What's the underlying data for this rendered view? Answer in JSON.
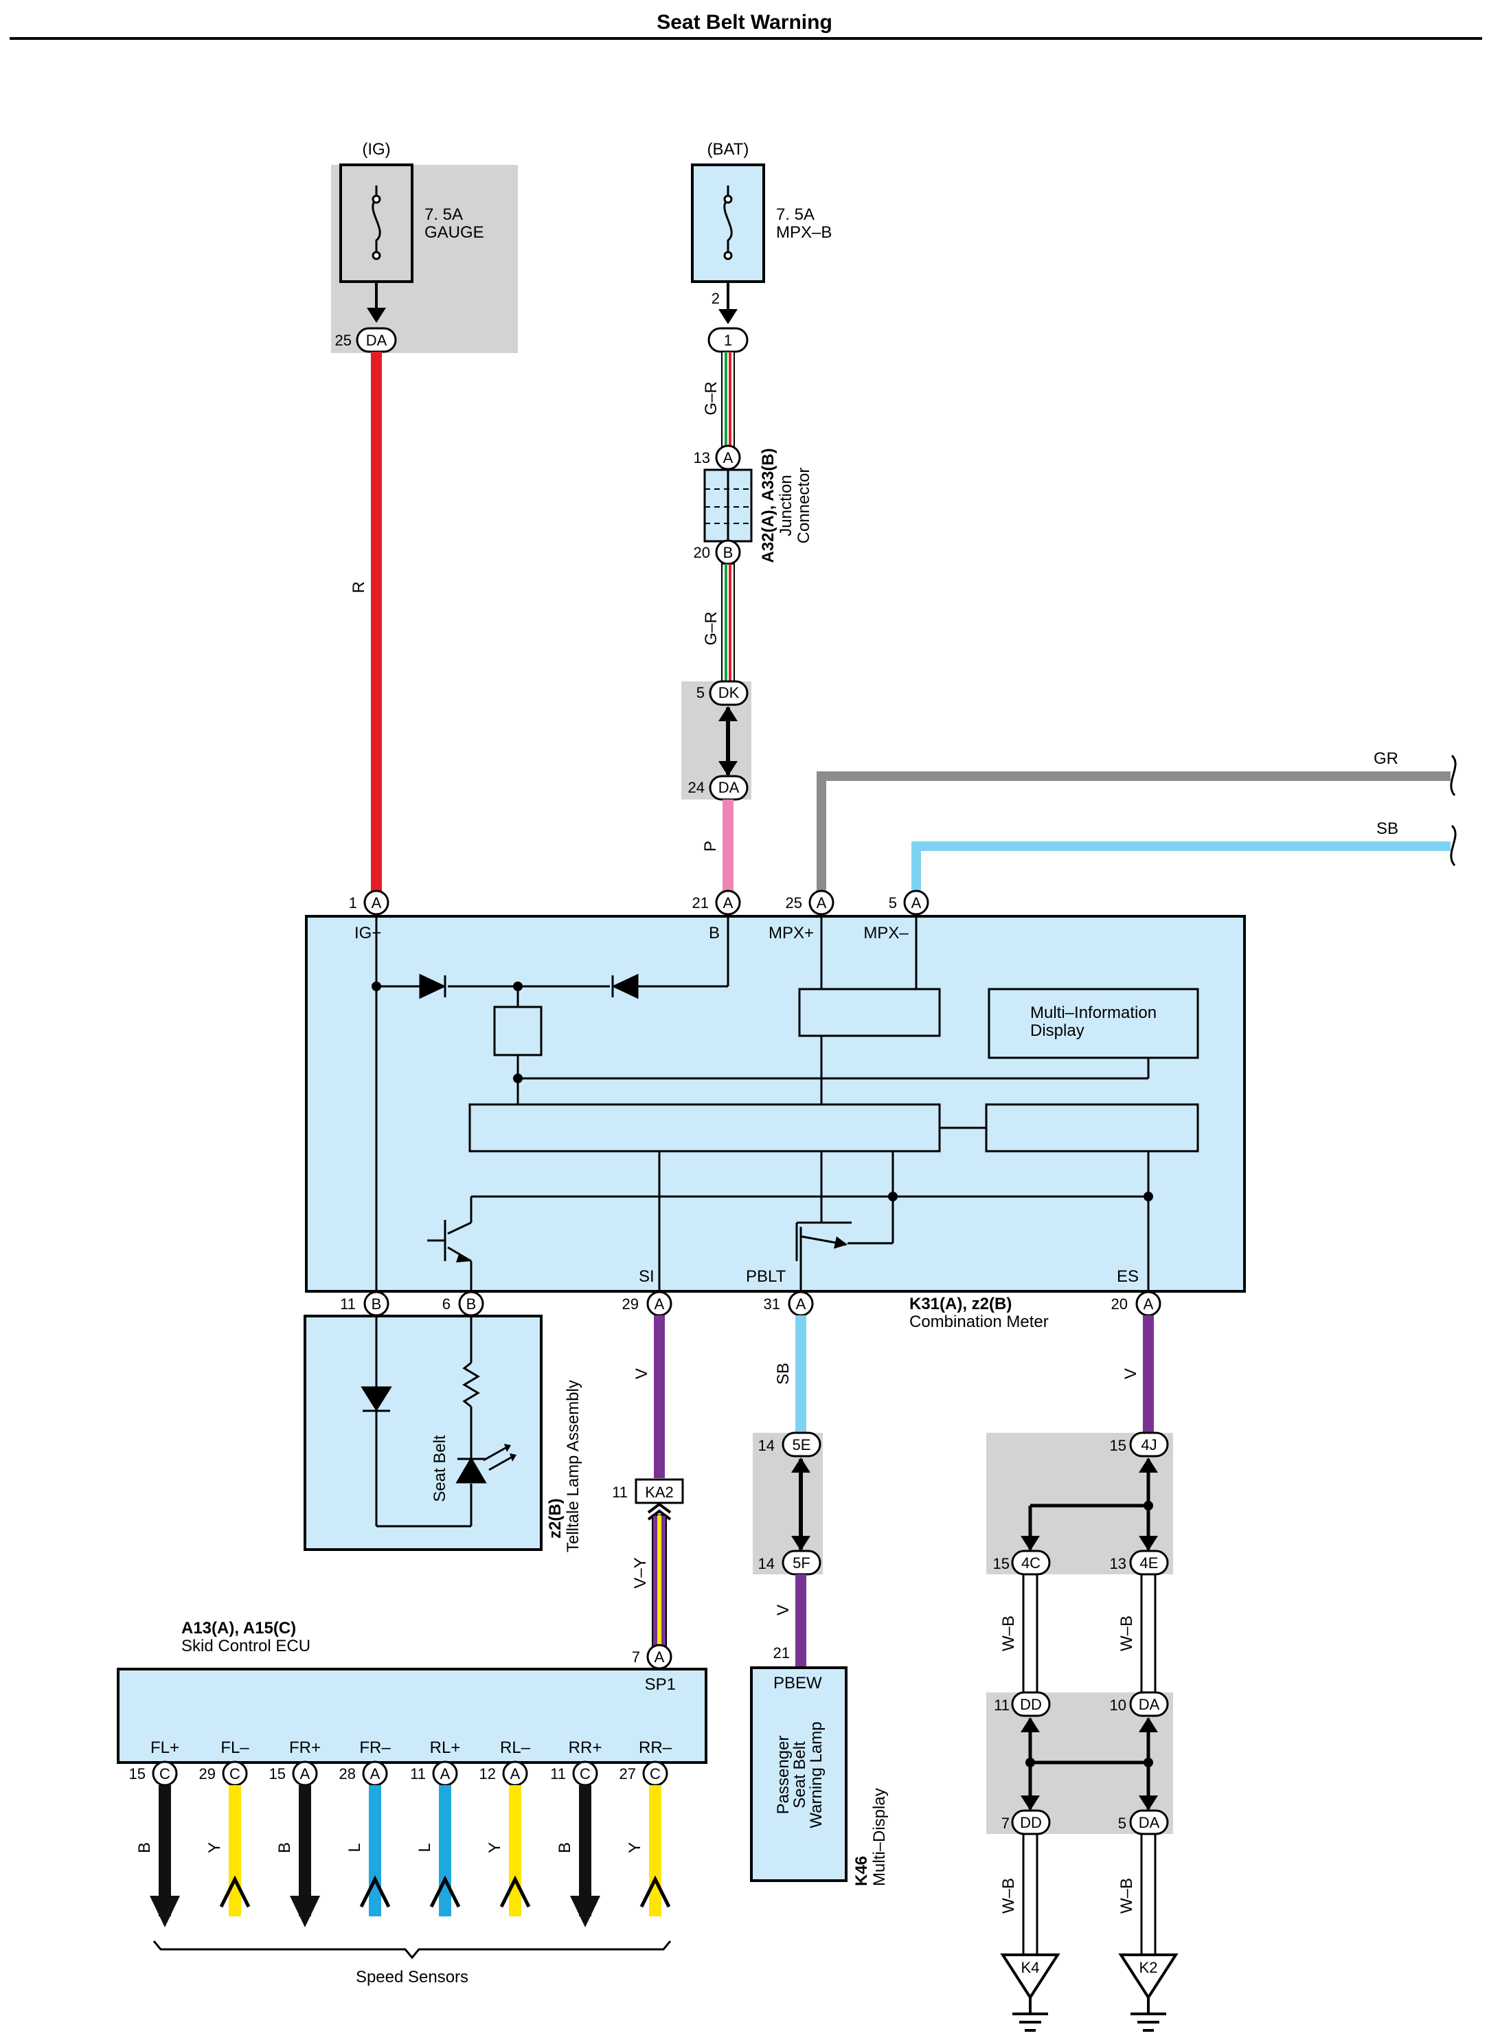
{
  "title": "Seat Belt Warning",
  "colors": {
    "red": "#e41e26",
    "gr": "#8c8c8c",
    "sb": "#7fd3f2",
    "pink": "#ee86b5",
    "violet": "#7a3393",
    "green": "#17a44a",
    "white": "#ffffff",
    "black": "#111111",
    "yellow": "#ffe500",
    "blue": "#1fa8e0",
    "box_fill": "#cdeafa",
    "shade": "#d3d3d3"
  },
  "fuses": {
    "ig": {
      "source": "(IG)",
      "rating": "7. 5A",
      "name": "GAUGE",
      "pin": "25",
      "conn": "DA"
    },
    "bat": {
      "source": "(BAT)",
      "rating": "7. 5A",
      "name": "MPX–B",
      "pin_fuse": "2",
      "pin": "1"
    }
  },
  "junction": {
    "title1": "A32(A), A33(B)",
    "title2": "Junction",
    "title3": "Connector",
    "pin_a": "13",
    "conn_a": "A",
    "pin_b": "20",
    "conn_b": "B"
  },
  "wires": {
    "r": "R",
    "gr1": "G–R",
    "gr2": "G–R",
    "p": "P",
    "gr": "GR",
    "sb": "SB",
    "v1": "V",
    "vy": "V–Y",
    "sb2": "SB",
    "v2": "V",
    "v3": "V",
    "wb1": "W–B",
    "wb2": "W–B",
    "wb3": "W–B",
    "wb4": "W–B"
  },
  "inline": {
    "dk_pin": "5",
    "dk": "DK",
    "da_pin": "24",
    "da": "DA"
  },
  "meter": {
    "name1": "K31(A), z2(B)",
    "name2": "Combination Meter",
    "mid": "Multi–Information",
    "mid2": "Display",
    "top_pins": [
      {
        "pin": "1",
        "conn": "A",
        "label": "IG+"
      },
      {
        "pin": "21",
        "conn": "A",
        "label": "B"
      },
      {
        "pin": "25",
        "conn": "A",
        "label": "MPX+"
      },
      {
        "pin": "5",
        "conn": "A",
        "label": "MPX–"
      }
    ],
    "bottom_pins": [
      {
        "pin": "11",
        "conn": "B",
        "label": ""
      },
      {
        "pin": "6",
        "conn": "B",
        "label": ""
      },
      {
        "pin": "29",
        "conn": "A",
        "label": "SI"
      },
      {
        "pin": "31",
        "conn": "A",
        "label": "PBLT"
      },
      {
        "pin": "20",
        "conn": "A",
        "label": "ES"
      }
    ]
  },
  "telltale": {
    "name1": "z2(B)",
    "name2": "Telltale Lamp Assembly",
    "lamp": "Seat Belt"
  },
  "ka2": {
    "pin": "11",
    "conn": "KA2"
  },
  "skid": {
    "name1": "A13(A), A15(C)",
    "name2": "Skid Control ECU",
    "sp_pin": "7",
    "sp_conn": "A",
    "sp_label": "SP1",
    "pins": [
      {
        "label": "FL+",
        "pin": "15",
        "conn": "C",
        "wire": "B",
        "color": "black"
      },
      {
        "label": "FL–",
        "pin": "29",
        "conn": "C",
        "wire": "Y",
        "color": "yellow"
      },
      {
        "label": "FR+",
        "pin": "15",
        "conn": "A",
        "wire": "B",
        "color": "black"
      },
      {
        "label": "FR–",
        "pin": "28",
        "conn": "A",
        "wire": "L",
        "color": "blue"
      },
      {
        "label": "RL+",
        "pin": "11",
        "conn": "A",
        "wire": "L",
        "color": "blue"
      },
      {
        "label": "RL–",
        "pin": "12",
        "conn": "A",
        "wire": "Y",
        "color": "yellow"
      },
      {
        "label": "RR+",
        "pin": "11",
        "conn": "C",
        "wire": "B",
        "color": "black"
      },
      {
        "label": "RR–",
        "pin": "27",
        "conn": "C",
        "wire": "Y",
        "color": "yellow"
      }
    ],
    "sensors": "Speed Sensors"
  },
  "pbew": {
    "top_pin_a": "14",
    "conn_a": "5E",
    "top_pin_b": "14",
    "conn_b": "5F",
    "pin": "21",
    "label": "PBEW",
    "lamp1": "Passenger",
    "lamp2": "Seat Belt",
    "lamp3": "Warning Lamp",
    "name1": "K46",
    "name2": "Multi–Display"
  },
  "ground_junction": {
    "j1_pin": "15",
    "j1": "4J",
    "j2_pin": "15",
    "j2": "4C",
    "j3_pin": "13",
    "j3": "4E",
    "j4_pin": "11",
    "j4": "DD",
    "j5_pin": "10",
    "j5": "DA",
    "j6_pin": "7",
    "j6": "DD",
    "j7_pin": "5",
    "j7": "DA",
    "g1": "K4",
    "g2": "K2"
  }
}
